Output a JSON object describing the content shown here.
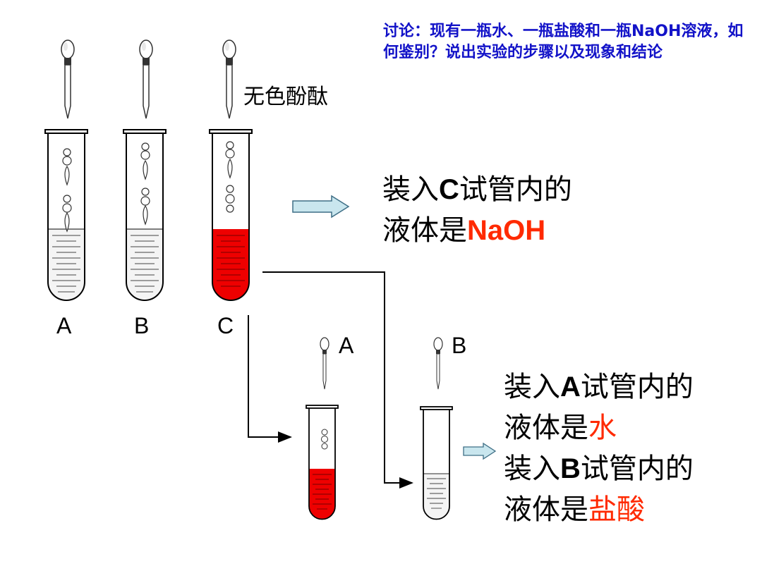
{
  "discussion": {
    "text": "讨论：现有一瓶水、一瓶盐酸和一瓶NaOH溶液，如何鉴别？说出实验的步骤以及现象和结论",
    "color": "#1212c8"
  },
  "reagent_label": "无色酚酞",
  "tube_labels": {
    "top_a": "A",
    "top_b": "B",
    "top_c": "C",
    "bottom_a": "A",
    "bottom_b": "B"
  },
  "conclusion_c": {
    "line1_prefix": "装入",
    "line1_letter": "C",
    "line1_suffix": "试管内的",
    "line2_prefix": "液体是",
    "line2_answer": "NaOH"
  },
  "conclusion_a": {
    "line1_prefix": "装入",
    "line1_letter": "A",
    "line1_suffix": "试管内的",
    "line2_prefix": "液体是",
    "line2_answer": "水"
  },
  "conclusion_b": {
    "line1_prefix": "装入",
    "line1_letter": "B",
    "line1_suffix": "试管内的",
    "line2_prefix": "液体是",
    "line2_answer": "盐酸"
  },
  "colors": {
    "phenolphthalein_red": "#ee0000",
    "answer_red": "#ff2a00",
    "block_arrow_fill": "#c9e6ee",
    "block_arrow_stroke": "#3f6f86"
  }
}
